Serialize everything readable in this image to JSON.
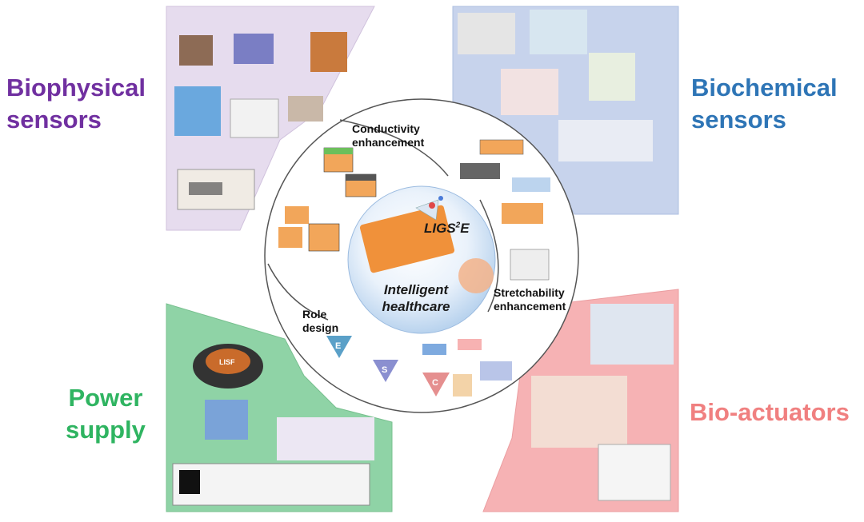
{
  "quadrants": {
    "biophysical": {
      "line1": "Biophysical",
      "line2": "sensors",
      "color": "#7030a0",
      "bg": "#e6dcee"
    },
    "biochemical": {
      "line1": "Biochemical",
      "line2": "sensors",
      "color": "#2e75b6",
      "bg": "#c7d3ec"
    },
    "power": {
      "line1": "Power",
      "line2": "supply",
      "color": "#2fb461",
      "bg": "#8fd3a6"
    },
    "bioactuators": {
      "label": "Bio-actuators",
      "color": "#f08080",
      "bg": "#f6b2b4"
    }
  },
  "ring": {
    "conductivity": {
      "line1": "Conductivity",
      "line2": "enhancement"
    },
    "stretchability": {
      "line1": "Stretchability",
      "line2": "enhancement"
    },
    "role": {
      "line1": "Role",
      "line2": "design"
    }
  },
  "center": {
    "brand_main": "LIGS",
    "brand_sup": "2",
    "brand_end": "E",
    "line1": "Intelligent",
    "line2": "healthcare"
  },
  "role_badges": {
    "e": "E",
    "s": "S",
    "c": "C"
  },
  "device_labels": {
    "lisf": "LISF"
  }
}
